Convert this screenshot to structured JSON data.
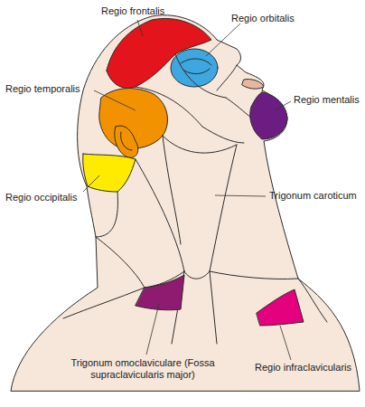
{
  "diagram": {
    "labels": [
      "Regio frontalis",
      "Regio orbitalis",
      "Regio temporalis",
      "Regio mentalis",
      "Regio occipitalis",
      "Trigonum caroticum",
      "Trigonum omoclaviculare (Fossa supraclavicularis major)",
      "Regio infraclavicularis"
    ]
  }
}
